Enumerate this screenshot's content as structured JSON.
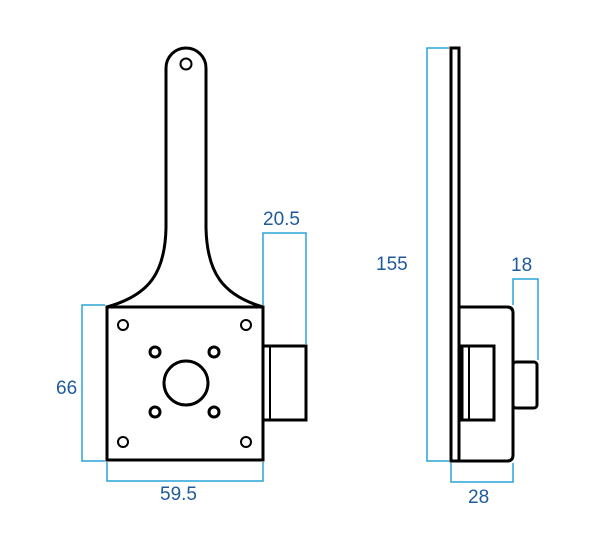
{
  "colors": {
    "outline": "#000000",
    "dimension_line": "#29a3d6",
    "dimension_text": "#1f5a9c",
    "background": "#ffffff"
  },
  "front_view": {
    "width_label": "59.5",
    "height_label": "66",
    "boss_depth_label": "20.5"
  },
  "side_view": {
    "total_height_label": "155",
    "base_depth_label": "28",
    "boss_depth_label": "18"
  }
}
